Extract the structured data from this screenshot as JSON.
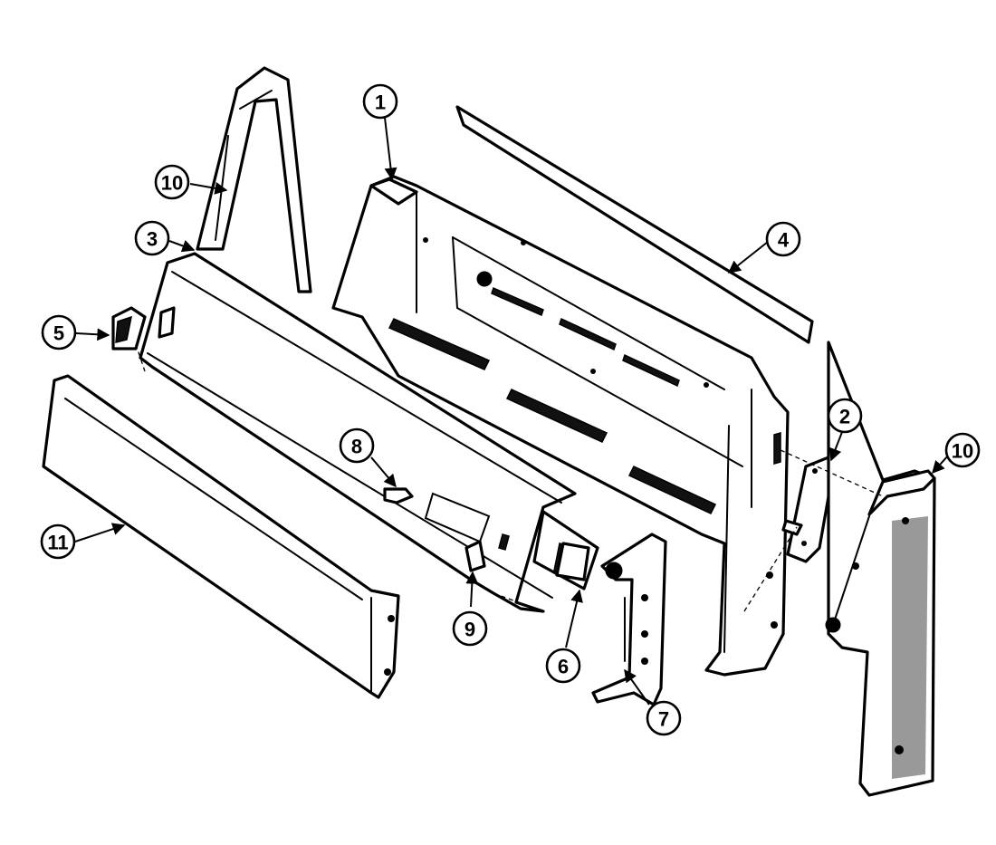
{
  "callouts": [
    {
      "id": "c1",
      "label": "1"
    },
    {
      "id": "c2",
      "label": "2"
    },
    {
      "id": "c3",
      "label": "3"
    },
    {
      "id": "c4",
      "label": "4"
    },
    {
      "id": "c5",
      "label": "5"
    },
    {
      "id": "c6",
      "label": "6"
    },
    {
      "id": "c7",
      "label": "7"
    },
    {
      "id": "c8",
      "label": "8"
    },
    {
      "id": "c9",
      "label": "9"
    },
    {
      "id": "c10a",
      "label": "10"
    },
    {
      "id": "c10b",
      "label": "10"
    },
    {
      "id": "c11",
      "label": "11"
    }
  ]
}
